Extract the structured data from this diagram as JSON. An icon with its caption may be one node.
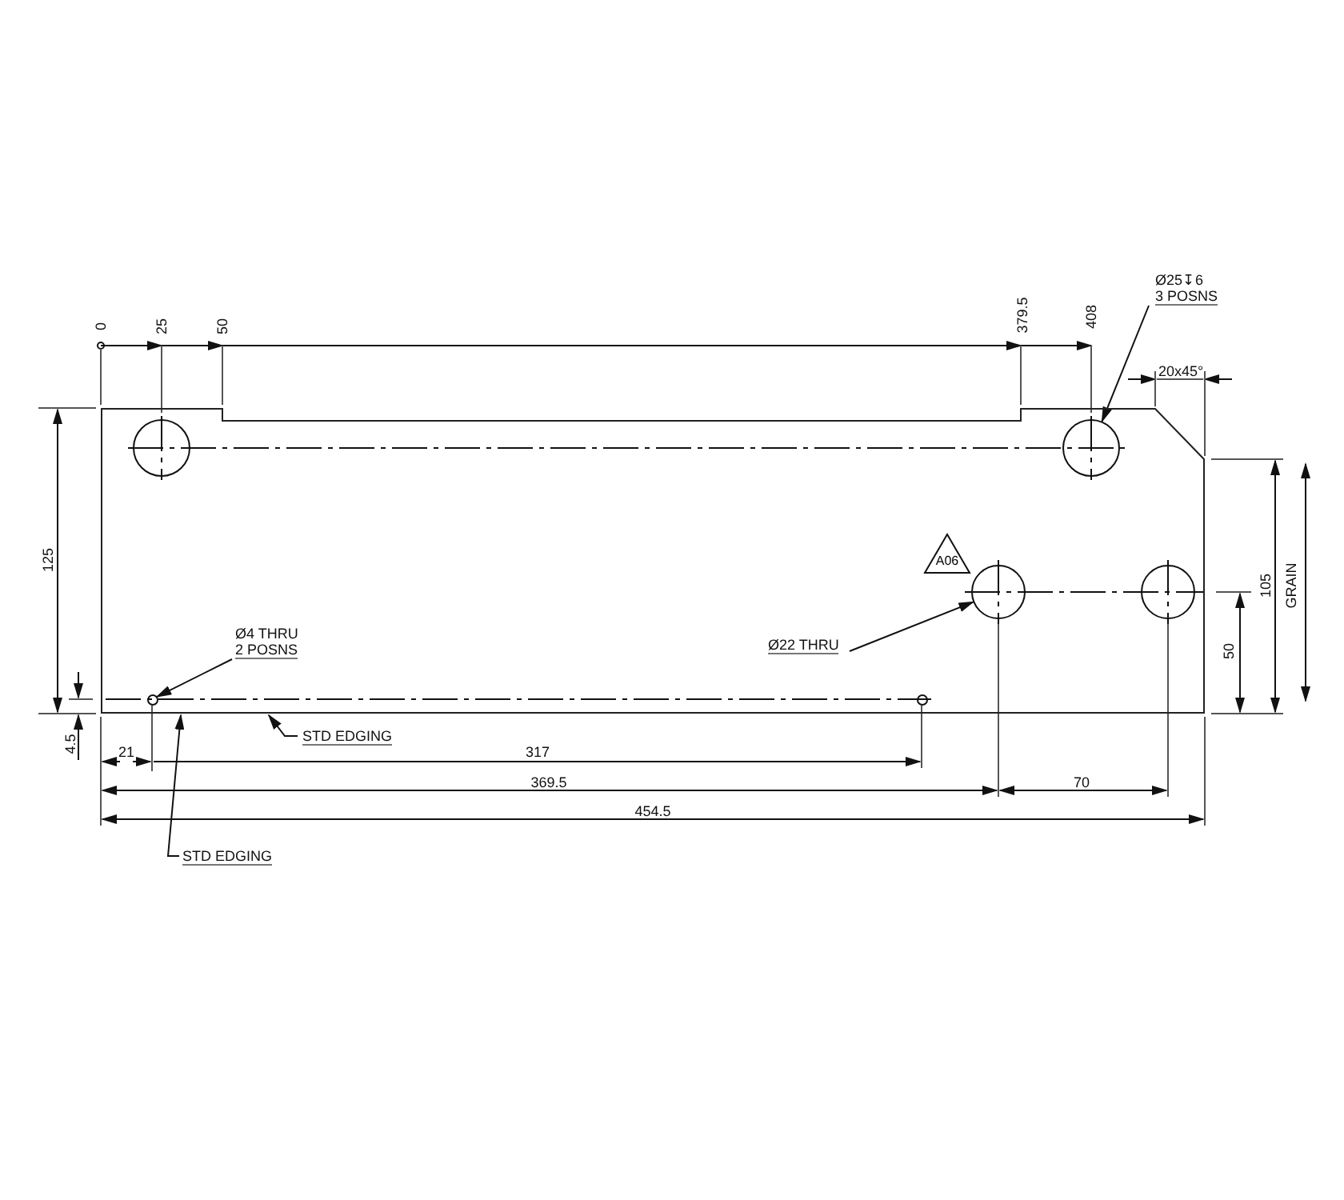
{
  "diagram": {
    "nodes": [
      {
        "text": [
          "Ø25↧6",
          "3 POSNS"
        ]
      },
      {
        "text": [],
        "shape": "box"
      },
      {
        "text": [],
        "shape": "circle",
        "in": 1
      },
      {
        "text": [
          "A06"
        ],
        "in": 1
      },
      {
        "text": [
          "Ø22 THRU"
        ],
        "in": 1
      },
      {
        "text": [],
        "shape": "circle",
        "in": 1
      },
      {
        "text": [
          "Ø4 THRU",
          "2 POSNS"
        ],
        "in": 1
      },
      {
        "text": [],
        "shape": "circle",
        "in": 1
      },
      {
        "text": [
          "STD EDGING"
        ]
      },
      {
        "text": [
          "STD EDGING"
        ]
      },
      {
        "text": [],
        "shape": "circle",
        "in": 1
      },
      {
        "text": [],
        "shape": "circle",
        "in": 1
      },
      {
        "text": [],
        "shape": "circle",
        "in": 1
      }
    ],
    "edges": [
      {
        "from": 0,
        "to": 2,
        "arrow": "to"
      },
      {
        "from": 4,
        "to": 5,
        "arrow": "to"
      },
      {
        "from": 6,
        "to": 7,
        "arrow": "to"
      },
      {
        "from": 8,
        "to": 1,
        "arrow": "to"
      },
      {
        "from": 9,
        "to": 1,
        "arrow": "to"
      }
    ],
    "labels": [
      "0",
      "25",
      "50",
      "379.5",
      "408",
      "20x45°",
      "125",
      "4.5",
      "105",
      "GRAIN",
      "50",
      "21",
      "317",
      "369.5",
      "70",
      "454.5"
    ]
  }
}
